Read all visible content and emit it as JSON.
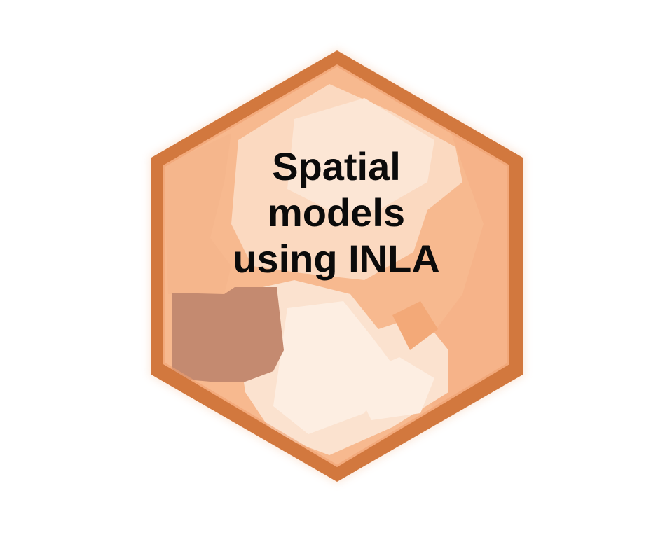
{
  "sticker": {
    "title_lines": [
      "Spatial",
      "models",
      "using INLA"
    ]
  },
  "colors": {
    "border": "#d2783e",
    "fill_base": "#f7b98f",
    "fill_light": "#fbe2cf",
    "fill_lighter": "#fdeee2",
    "fill_dark": "#c48a70",
    "text": "#0b0b0b"
  }
}
